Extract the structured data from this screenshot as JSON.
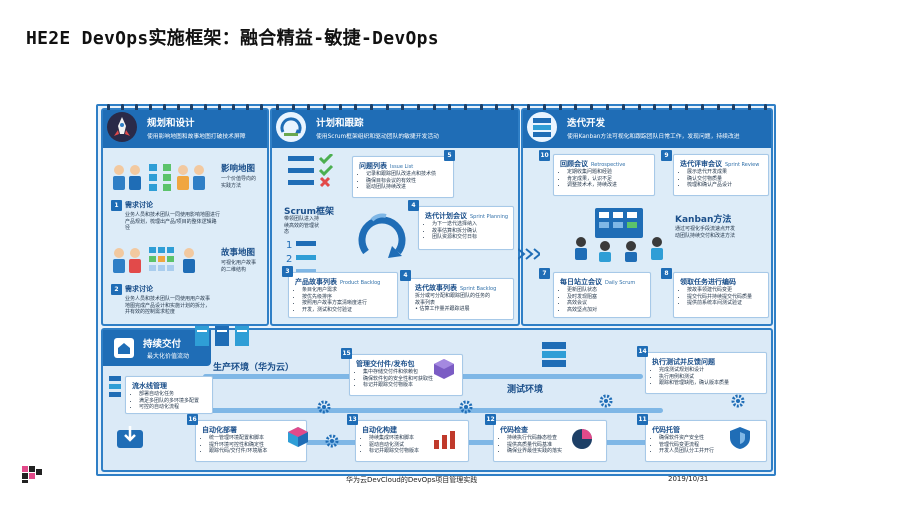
{
  "title": "HE2E DevOps实施框架：融合精益-敏捷-DevOps",
  "footer": {
    "center": "华为云DevCloud的DevOps项目管理实践",
    "date": "2019/10/31"
  },
  "panels": {
    "planning": {
      "title": "规划和设计",
      "desc": "使用影响地图和故事地图打破技术屏障",
      "impact_map": {
        "label": "影响地图",
        "sub": "一个价值导向的\n实践方法"
      },
      "req1": {
        "num": "1",
        "title": "需求讨论",
        "text": "业务人员和技术团队一同使用影响地图进行\n产品规划，梳理出产品/项目的整体逻辑路\n径"
      },
      "story_map": {
        "label": "故事地图",
        "sub": "可视化用户故事\n的二维结构"
      },
      "req2": {
        "num": "2",
        "title": "需求讨论",
        "text": "业务人员和技术团队一同使用用户故事\n地图完成产品设计和实施计划的拆分，\n并有效的控制需求粒度"
      }
    },
    "tracking": {
      "title": "计划和跟踪",
      "desc": "使用Scrum框架组织和驱动团队的敏捷开发活动",
      "scrum_label": "Scrum框架",
      "scrum_sub": "带领团队进入持\n续高效的管理状\n态",
      "issues": {
        "num": "5",
        "title": "问题列表",
        "en": "Issue List",
        "items": [
          "记录和跟踪团队改进点和技术债",
          "确保目标会议的有效性",
          "驱动团队持续改进"
        ]
      },
      "sprint": {
        "num": "4",
        "title": "迭代计划会议",
        "en": "Sprint Planning",
        "items": [
          "为下一迭代选择纳入",
          "故事估算和拆分确认",
          "团队资源和交付日标"
        ]
      },
      "product": {
        "num": "3",
        "title": "产品故事列表",
        "en": "Product Backlog",
        "items": [
          "条目化用户需求",
          "按优先级排序",
          "按照用户故事方案清晰度进行",
          "开发，测试和交付验证"
        ]
      },
      "sprint_backlog": {
        "num": "4",
        "title": "迭代故事列表",
        "en": "Sprint Backlog",
        "text": "拆分或可分配和跟踪团队的任务的\n故事列表\n• 估算工作量并跟踪进展"
      }
    },
    "dev": {
      "title": "迭代开发",
      "desc": "使用Kanban方法可视化和跟踪团队日常工作，发现问题，持续改进",
      "retro": {
        "num": "10",
        "title": "回顾会议",
        "en": "Retrospective",
        "items": [
          "定期收集问题和经验",
          "肯定成果，认识不足",
          "调整技术术，持续改进"
        ]
      },
      "review": {
        "num": "9",
        "title": "迭代评审会议",
        "en": "Sprint Review",
        "items": [
          "展示迭代开发成果",
          "确认交付物质量",
          "梳理和确认产品设计"
        ]
      },
      "kanban_label": "Kanban方法",
      "kanban_sub": "通过可视化手段流速点开发\n动团队持续交付和改进方法",
      "standup": {
        "num": "7",
        "title": "每日站立会议",
        "en": "Daily Scrum",
        "items": [
          "更新团队状态",
          "及时发现阻塞",
          "高效会议",
          "高效坚点加对"
        ]
      },
      "claim": {
        "num": "8",
        "title": "领取任务进行编码",
        "items": [
          "按故事领建代码变更",
          "提交代码并持续提交代码质量",
          "提供前系统本间测试验证"
        ]
      }
    },
    "delivery": {
      "title": "持续交付",
      "sub": "最大化价值流动",
      "prod_env": "生产环境（华为云）",
      "test_env": "测试环境",
      "pipeline": {
        "title": "流水线管理",
        "items": [
          "部署自动化任务",
          "满足多团队的多环境多配置",
          "可控的自动化流程"
        ]
      },
      "deploy": {
        "num": "16",
        "title": "自动化部署",
        "items": [
          "统一管理环境配置和脚本",
          "提升环境可控性和确定性",
          "跟踪代码/交付件/环境版本"
        ]
      },
      "release": {
        "num": "15",
        "title": "管理交付件/发布包",
        "items": [
          "集中存储交付件和依赖包",
          "确保软件包的安全性和可获取性",
          "标记并跟踪交付物版本"
        ]
      },
      "build": {
        "num": "13",
        "title": "自动化构建",
        "items": [
          "持续集成环境和脚本",
          "驱动自动化测试",
          "标记并跟踪交付物版本"
        ]
      },
      "inspect": {
        "num": "12",
        "title": "代码检查",
        "items": [
          "持续执行代码静态检查",
          "提供高质量代码基准",
          "确保业界最佳实践的落实"
        ]
      },
      "testfb": {
        "num": "14",
        "title": "执行测试并反馈问题",
        "items": [
          "完成测试规划和设计",
          "执行用例和测试",
          "跟踪和管理缺陷，确认版本质量"
        ]
      },
      "hosting": {
        "num": "11",
        "title": "代码托管",
        "items": [
          "确保软件资产安全性",
          "管理代码变更流程",
          "开发人员团队分工并开行"
        ]
      }
    }
  }
}
